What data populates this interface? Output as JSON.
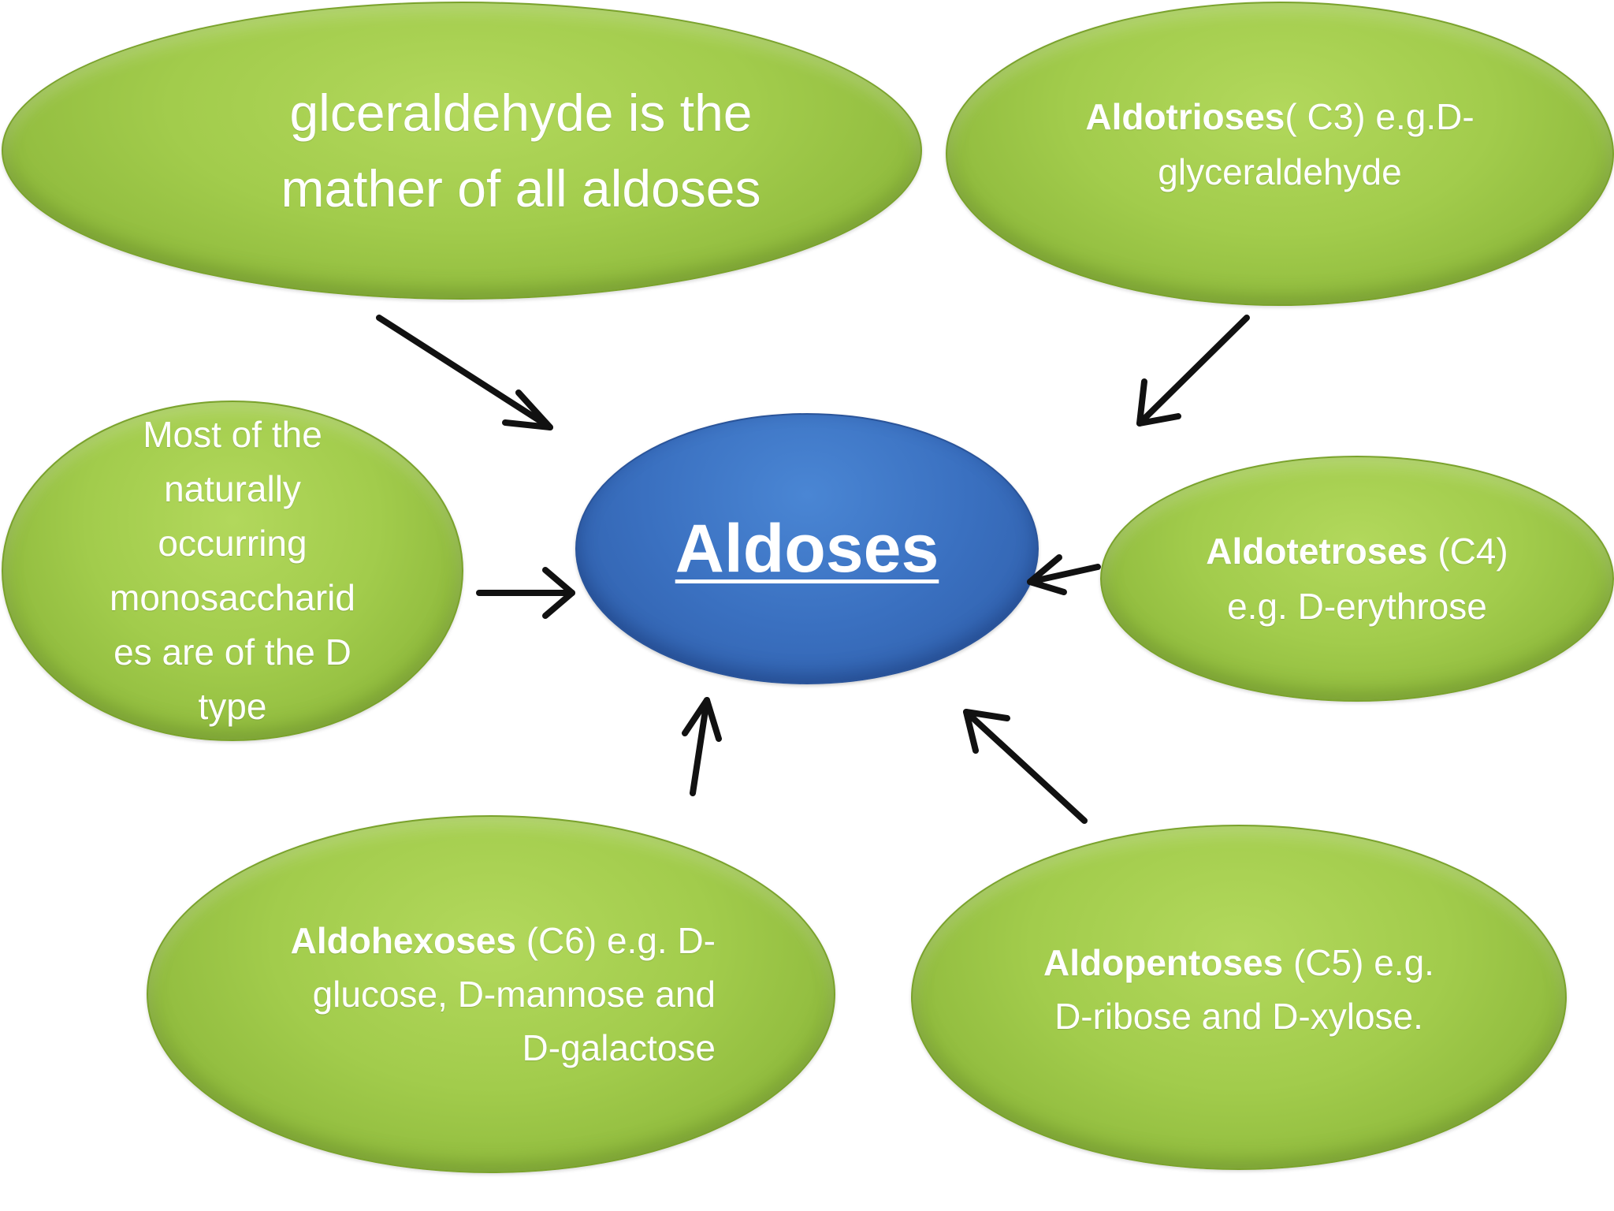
{
  "center": {
    "label": "Aldoses"
  },
  "nodes": {
    "glyceraldehyde": {
      "line1": "glceraldehyde is the",
      "line2": "mather of all aldoses"
    },
    "aldotrioses": {
      "bold": "Aldotrioses",
      "line1_rest": "( C3) e.g.D-",
      "line2": "glyceraldehyde"
    },
    "most": {
      "lines": [
        "Most of the",
        "naturally",
        "occurring",
        "monosaccharid",
        "es are of the D",
        "type"
      ]
    },
    "aldotetroses": {
      "bold": "Aldotetroses",
      "line1_rest": " (C4)",
      "line2": "e.g. D-erythrose"
    },
    "aldohexoses": {
      "bold": "Aldohexoses",
      "line1_rest": " (C6) e.g. D-",
      "line2": "glucose, D-mannose and",
      "line3": "D-galactose"
    },
    "aldopentoses": {
      "bold": "Aldopentoses",
      "line1_rest": " (C5) e.g.",
      "line2": "D-ribose and D-xylose."
    }
  },
  "colors": {
    "bubble_green": "#a2cc4c",
    "center_blue": "#3a70c0",
    "arrow": "#111111",
    "text": "#ffffff"
  }
}
